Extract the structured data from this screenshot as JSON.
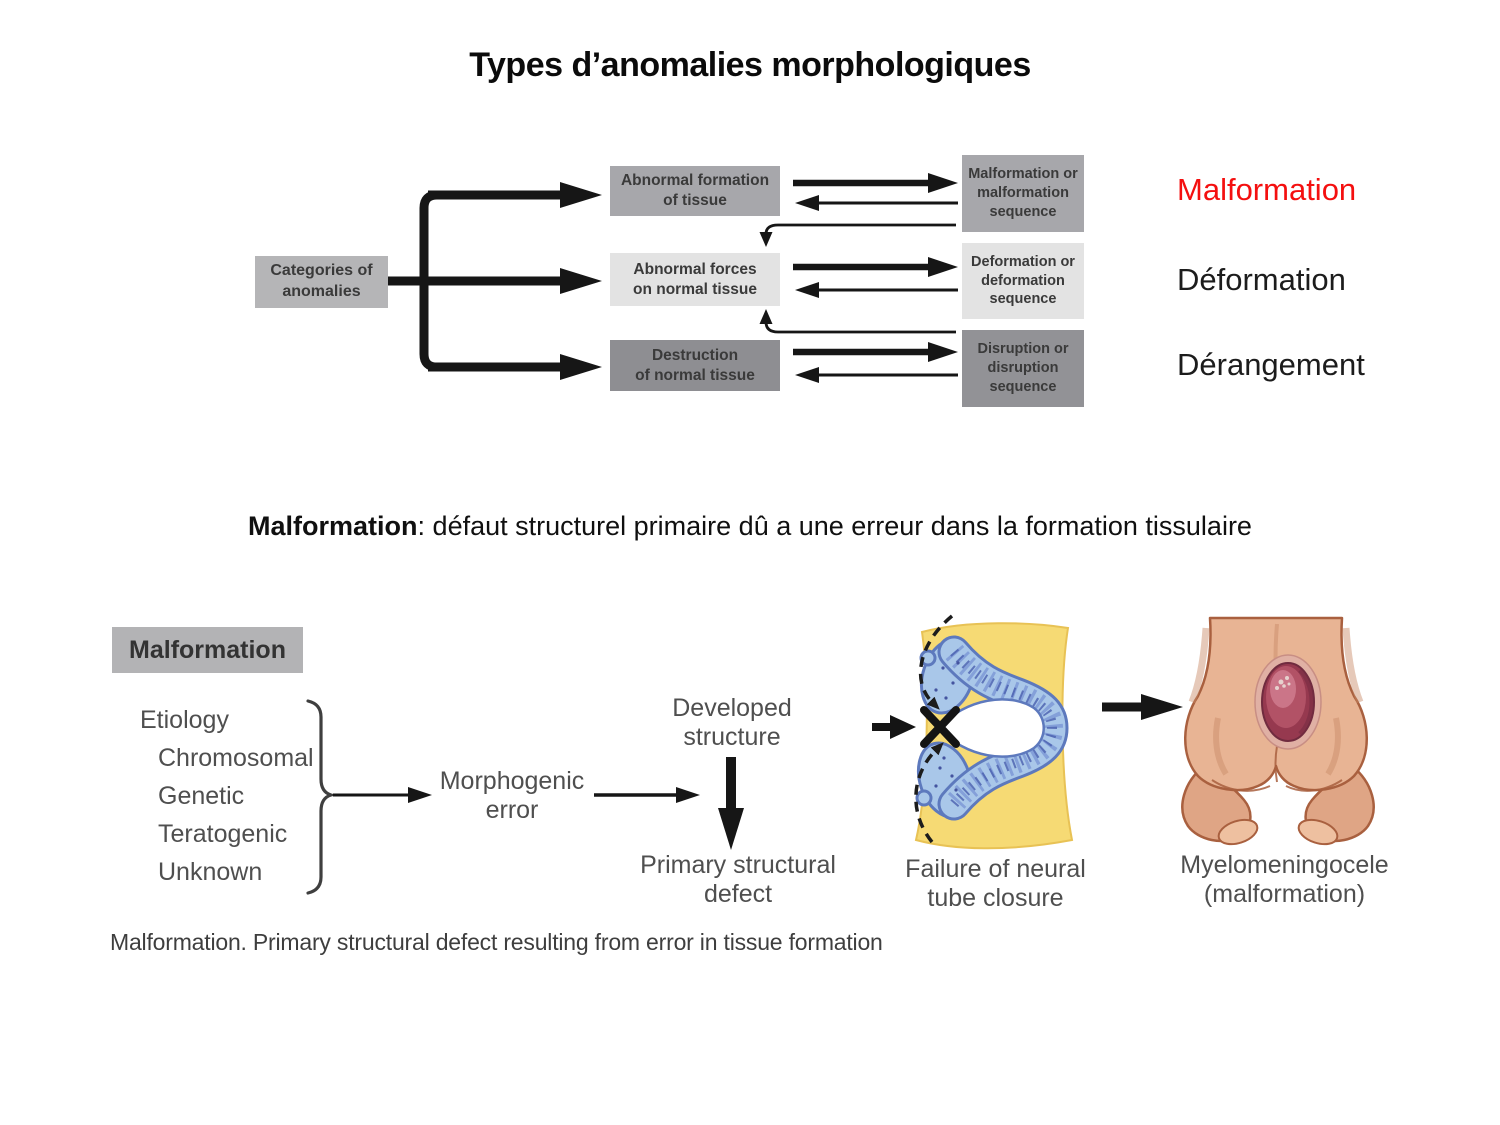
{
  "title": "Types d’anomalies morphologiques",
  "colors": {
    "accent_red": "#f40f0f",
    "box_gray_medium": "#a7a7ab",
    "box_gray_light": "#e3e3e3",
    "box_gray_dark": "#919195",
    "box_gray_source": "#b5b5b7",
    "neural_yellow": "#f6da74",
    "neural_blue_light": "#a9c7e9",
    "neural_blue_dark": "#5d79bd",
    "skin_tone": "#e2a988",
    "sac_red": "#96394f"
  },
  "flow_diagram": {
    "source_box": "Categories of\nanomalies",
    "middle_boxes": [
      "Abnormal formation\nof tissue",
      "Abnormal forces\non normal tissue",
      "Destruction\nof normal tissue"
    ],
    "right_boxes": [
      "Malformation or\nmalformation\nsequence",
      "Deformation or\ndeformation\nsequence",
      "Disruption or\ndisruption\nsequence"
    ],
    "category_labels": [
      "Malformation",
      "Déformation",
      "Dérangement"
    ]
  },
  "definition": {
    "term": "Malformation",
    "rest": ": défaut structurel primaire dû a une erreur dans la formation tissulaire"
  },
  "malformation_figure": {
    "header": "Malformation",
    "etiology_title": "Etiology",
    "etiology_items": [
      "Chromosomal",
      "Genetic",
      "Teratogenic",
      "Unknown"
    ],
    "morphogenic_node": "Morphogenic\nerror",
    "developed_node": "Developed\nstructure",
    "primary_node": "Primary structural\ndefect",
    "neural_caption": "Failure of neural\ntube closure",
    "myelo_caption": "Myelomeningocele\n(malformation)",
    "figure_caption": "Malformation. Primary structural defect resulting from error in tissue formation"
  }
}
